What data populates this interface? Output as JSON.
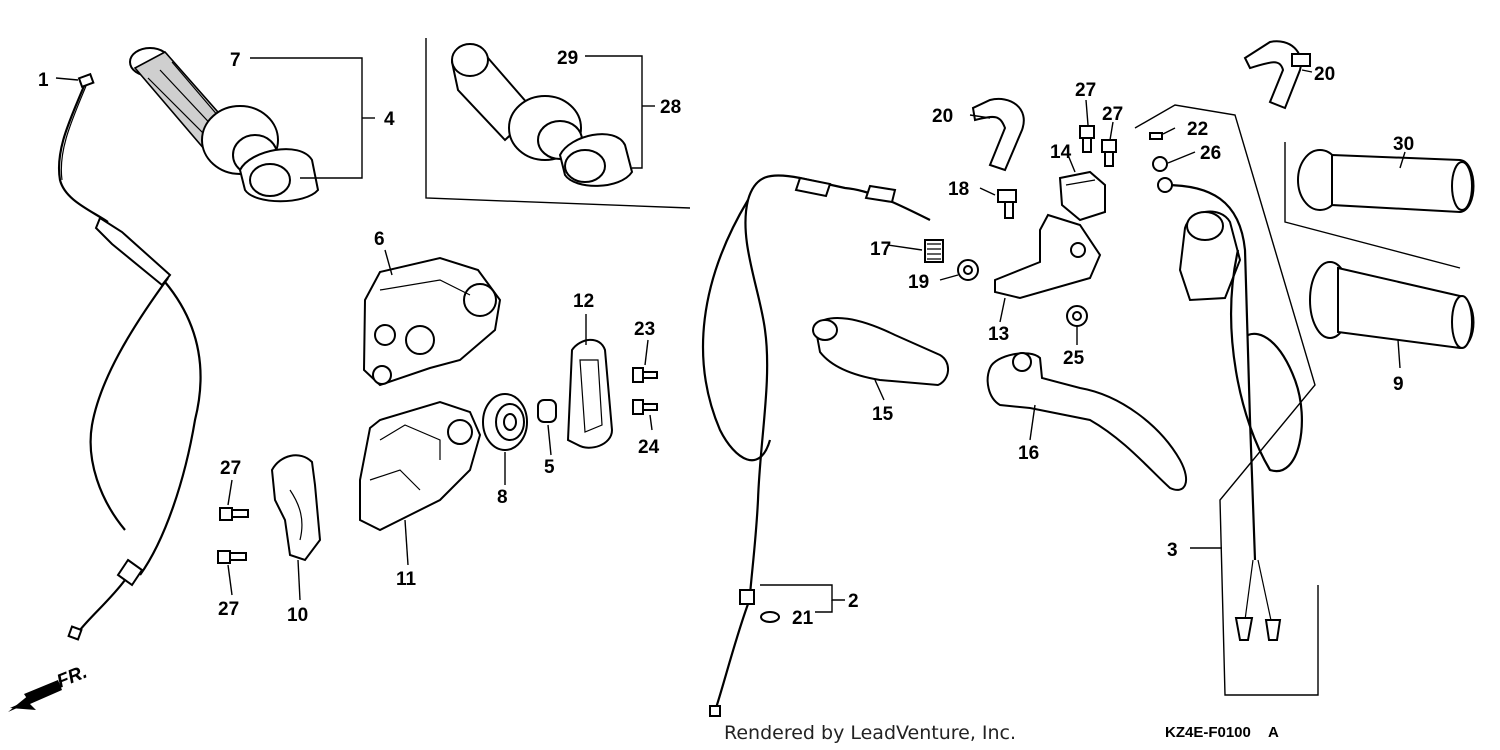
{
  "callouts": {
    "c1": "1",
    "c2": "2",
    "c3": "3",
    "c4": "4",
    "c5": "5",
    "c6": "6",
    "c7": "7",
    "c8": "8",
    "c9": "9",
    "c10": "10",
    "c11": "11",
    "c12": "12",
    "c13": "13",
    "c14": "14",
    "c15": "15",
    "c16": "16",
    "c17": "17",
    "c18": "18",
    "c19": "19",
    "c20a": "20",
    "c20b": "20",
    "c21": "21",
    "c22": "22",
    "c23": "23",
    "c24": "24",
    "c25": "25",
    "c26": "26",
    "c27a": "27",
    "c27b": "27",
    "c27c": "27",
    "c27d": "27",
    "c28": "28",
    "c29": "29",
    "c30": "30"
  },
  "direction_label": "FR.",
  "footer": {
    "credit": "Rendered by LeadVenture, Inc.",
    "diagram_code": "KZ4E-F0100",
    "diagram_suffix": "A"
  }
}
